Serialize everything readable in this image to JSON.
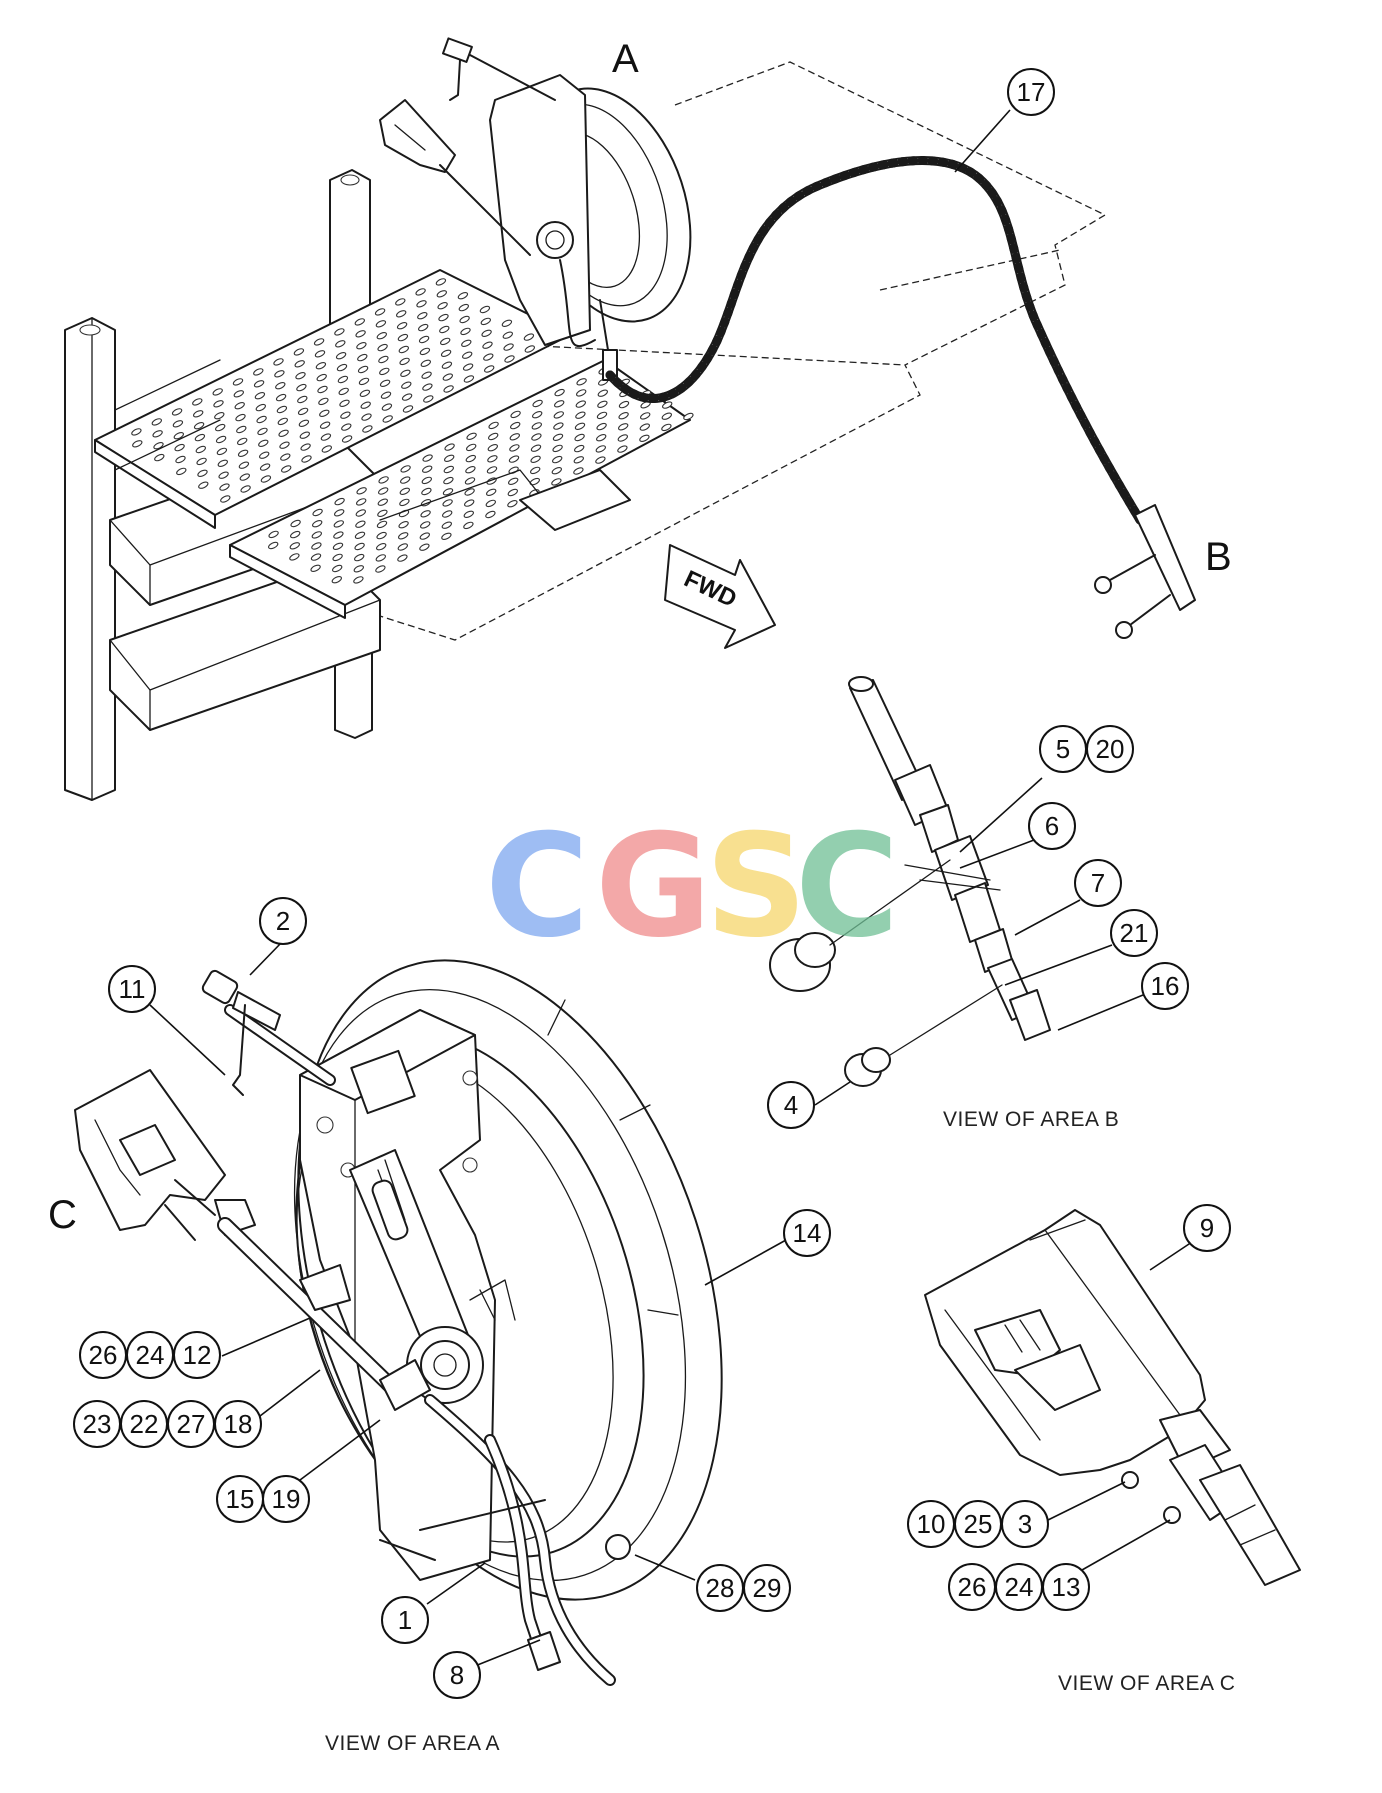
{
  "area_letters": {
    "a": "A",
    "b": "B",
    "c": "C"
  },
  "view_labels": {
    "area_a": "VIEW OF AREA A",
    "area_b": "VIEW OF AREA B",
    "area_c": "VIEW OF AREA C"
  },
  "direction_label": "FWD",
  "watermark": {
    "text": "CGSC",
    "letters": [
      "C",
      "G",
      "S",
      "C"
    ],
    "colors": [
      "#7ea7ef",
      "#ef8c8c",
      "#f6d66c",
      "#6fbf95"
    ]
  },
  "callouts": {
    "top": [
      "17"
    ],
    "area_b": [
      "5",
      "20",
      "6",
      "7",
      "21",
      "16",
      "4"
    ],
    "area_a": [
      "2",
      "11",
      "14",
      "26",
      "24",
      "12",
      "23",
      "22",
      "27",
      "18",
      "15",
      "19",
      "28",
      "29",
      "1",
      "8"
    ],
    "area_c": [
      "9",
      "10",
      "25",
      "3",
      "26",
      "24",
      "13"
    ]
  }
}
